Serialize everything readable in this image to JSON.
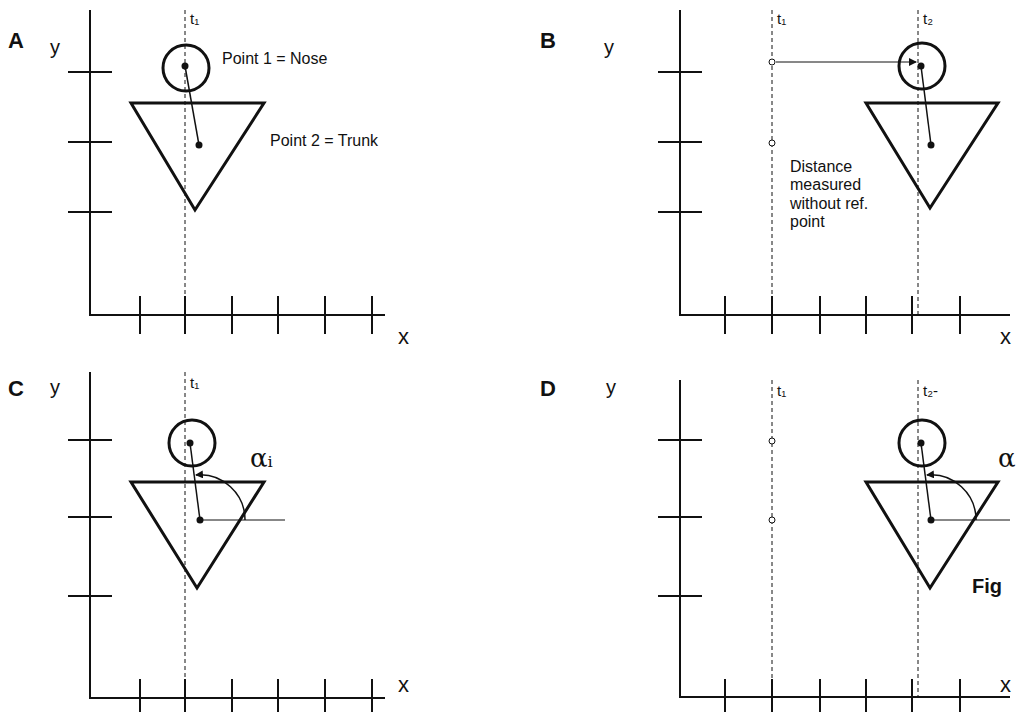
{
  "diagram": {
    "labels": [
      "A",
      "y",
      "t₁",
      "Point 1 = Nose",
      "Point 2 = Trunk",
      "x",
      "B",
      "y",
      "t₁",
      "t₂",
      "Distance measured without ref. point",
      "x",
      "C",
      "y",
      "t₁",
      "αᵢ",
      "x",
      "D",
      "y",
      "t₁",
      "t₂-",
      "α",
      "Fig",
      "x"
    ]
  }
}
